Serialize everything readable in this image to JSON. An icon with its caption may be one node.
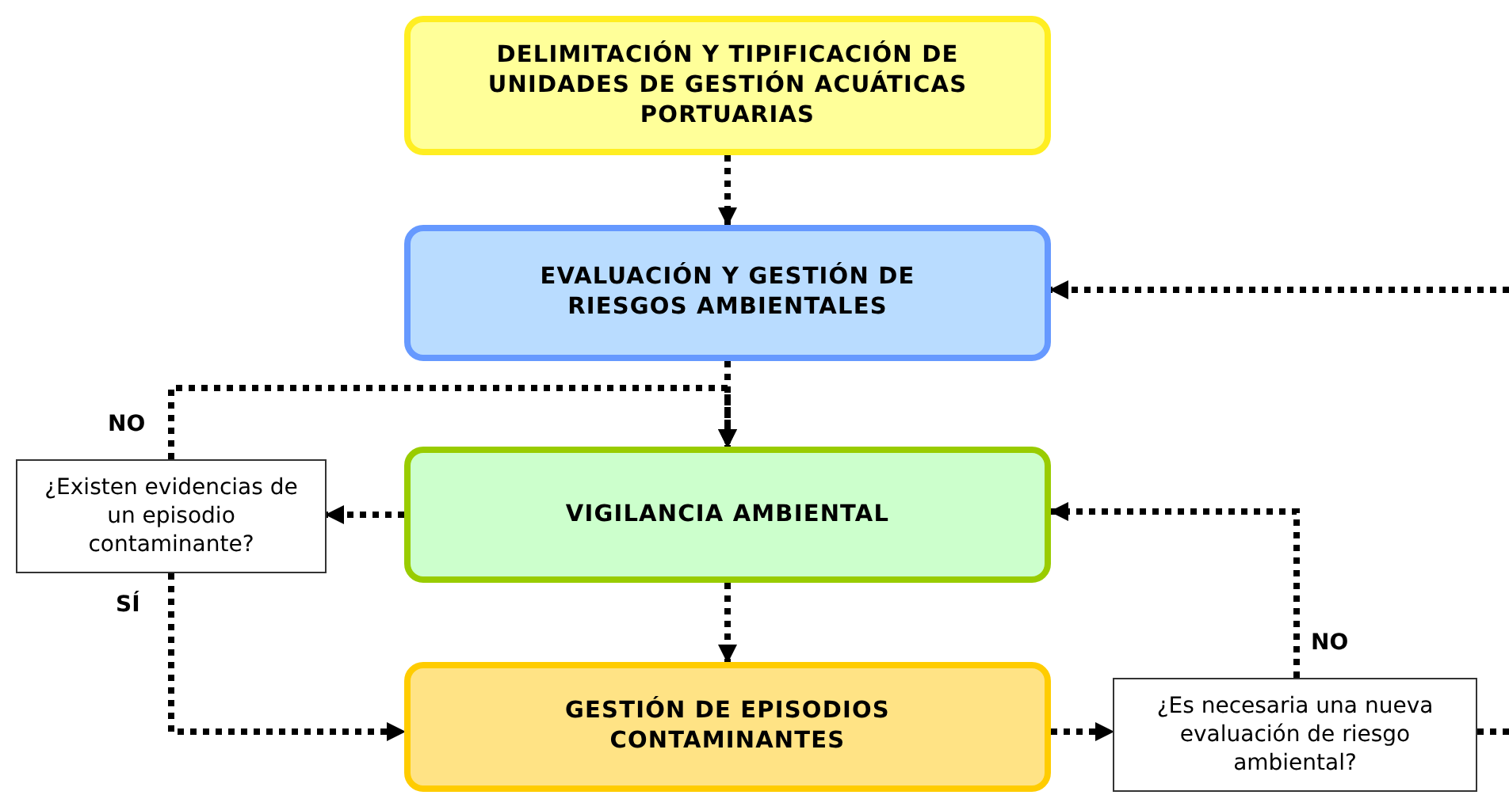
{
  "diagram": {
    "nodes": [
      {
        "text": [
          "DELIMITACIÓN Y TIPIFICACIÓN DE UNIDADES DE GESTIÓN ACUÁTICAS PORTUARIAS"
        ]
      },
      {
        "text": [
          "EVALUACIÓN Y GESTIÓN DE RIESGOS AMBIENTALES"
        ]
      },
      {
        "text": [
          "¿Existen evidencias de un episodio contaminante?"
        ]
      },
      {
        "text": [
          "VIGILANCIA AMBIENTAL"
        ]
      },
      {
        "text": [
          "GESTIÓN DE EPISODIOS CONTAMINANTES"
        ]
      },
      {
        "text": [
          "¿Es necesaria una nueva evaluación de riesgo ambiental?"
        ]
      }
    ],
    "edges": [
      {
        "from": 0,
        "to": 1,
        "arrow": "to"
      },
      {
        "from": 1,
        "to": 3,
        "arrow": "to"
      },
      {
        "from": 2,
        "to": 3,
        "arrow": "to",
        "label": "NO"
      },
      {
        "from": 3,
        "to": 2,
        "arrow": "to"
      },
      {
        "from": 2,
        "to": 4,
        "arrow": "to",
        "label": "SÍ"
      },
      {
        "from": 3,
        "to": 4,
        "arrow": "to"
      },
      {
        "from": 4,
        "to": 5,
        "arrow": "to"
      },
      {
        "from": 5,
        "to": 3,
        "arrow": "to",
        "label": "NO"
      },
      {
        "from": 5,
        "to": null,
        "arrow": "none"
      },
      {
        "from": null,
        "to": 1,
        "arrow": "to"
      }
    ]
  }
}
